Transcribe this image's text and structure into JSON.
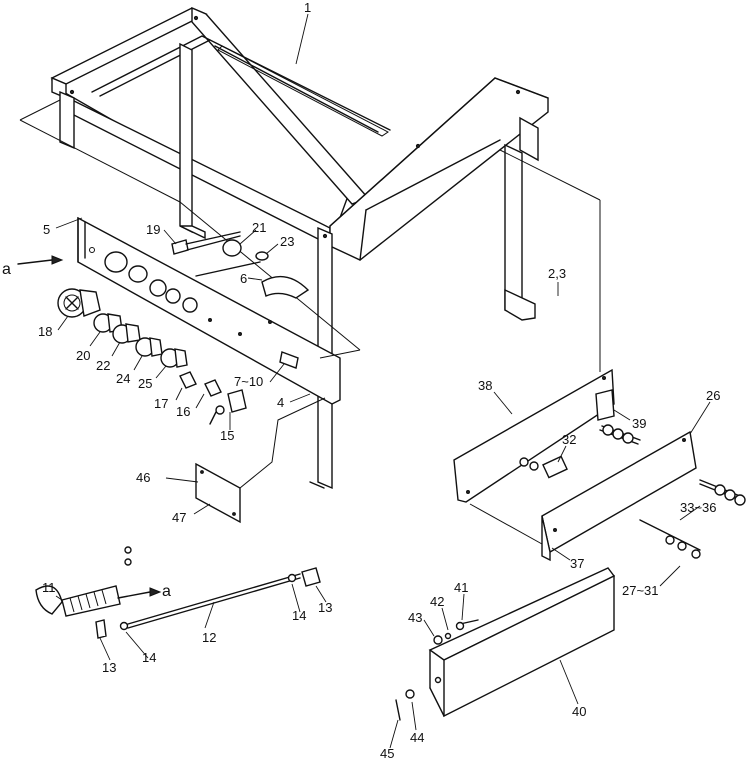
{
  "labels": {
    "l1": "1",
    "l5": "5",
    "l19": "19",
    "l21": "21",
    "l23": "23",
    "l6": "6",
    "la": "a",
    "l18": "18",
    "l20": "20",
    "l22": "22",
    "l24": "24",
    "l25": "25",
    "l17": "17",
    "l16": "16",
    "l15": "15",
    "l7_10": "7~10",
    "l4": "4",
    "l2_3": "2,3",
    "l46": "46",
    "l47": "47",
    "l38": "38",
    "l39": "39",
    "l26": "26",
    "l32": "32",
    "l33_36": "33~36",
    "l37": "37",
    "l27_31": "27~31",
    "l11": "11",
    "la2": "a",
    "l12": "12",
    "l13a": "13",
    "l14a": "14",
    "l13b": "13",
    "l14b": "14",
    "l41": "41",
    "l42": "42",
    "l43": "43",
    "l40": "40",
    "l44": "44",
    "l45": "45"
  }
}
